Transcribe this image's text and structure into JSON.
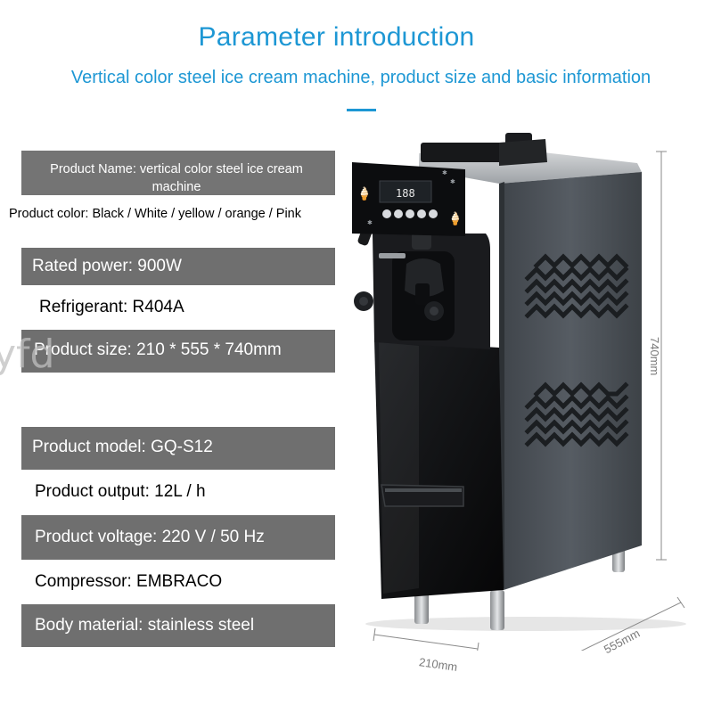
{
  "header": {
    "title": "Parameter introduction",
    "subtitle": "Vertical color steel ice cream machine, product size and basic information"
  },
  "specs": {
    "name": "Product Name: vertical color steel ice cream machine",
    "color": "Product color: Black / White / yellow / orange / Pink",
    "power": "Rated power: 900W",
    "refrigerant": "Refrigerant: R404A",
    "size": "Product size: 210 * 555 * 740mm",
    "model": "Product model: GQ-S12",
    "output": "Product output: 12L / h",
    "voltage": "Product voltage: 220 V / 50 Hz",
    "compressor": "Compressor: EMBRACO",
    "material": "Body material: stainless steel"
  },
  "watermark": "yfd",
  "dimensions": {
    "height": "740mm",
    "depth": "555mm",
    "width": "210mm"
  },
  "panel_display": "188",
  "colors": {
    "accent": "#1d97d4",
    "band": "#6f6f6f",
    "machine_side": "#4b5056",
    "machine_front": "#0f1012"
  }
}
